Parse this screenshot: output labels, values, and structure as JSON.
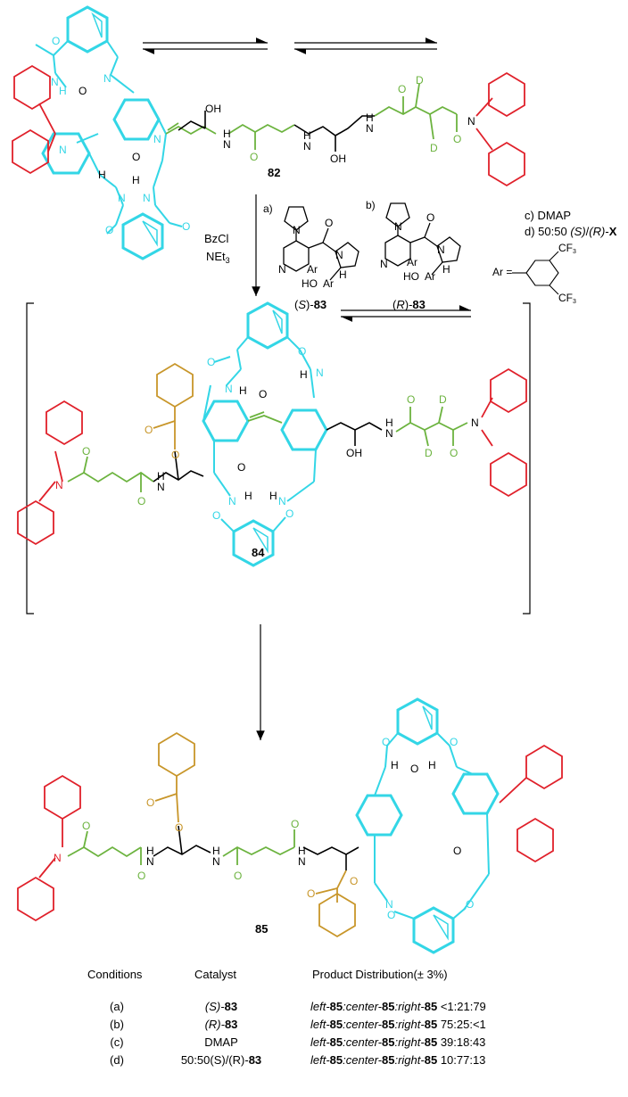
{
  "compounds": {
    "c82": "82",
    "c84": "84",
    "c85": "85"
  },
  "reagents": {
    "bzcl": "BzCl",
    "net3_main": "NEt",
    "net3_sub": "3"
  },
  "catalysts": {
    "a_tag": "a)",
    "b_tag": "b)",
    "s83_prefix": "(",
    "s83_S": "S",
    "s83_suffix": ")-",
    "s83_num": "83",
    "r83_prefix": "(",
    "r83_R": "R",
    "r83_suffix": ")-",
    "r83_num": "83",
    "c_text": "c) DMAP",
    "d_text_a": "d) 50:50 ",
    "d_text_b": "(S)",
    "d_text_c": "/",
    "d_text_d": "(R)",
    "d_text_e": "-",
    "d_text_f": "X",
    "ar_def": "Ar =",
    "cf3_top": "CF",
    "cf3_bot": "CF",
    "cf3_sub": "3"
  },
  "atoms": {
    "N": "N",
    "O": "O",
    "H": "H",
    "D": "D",
    "OH": "OH",
    "HO": "HO",
    "Ar": "Ar"
  },
  "table": {
    "headers": [
      "Conditions",
      "Catalyst",
      "Product Distribution(± 3%)"
    ],
    "rows": [
      {
        "cond": "(a)",
        "cat_pre": "(S)-",
        "cat_num": "83",
        "dist": "<1:21:79"
      },
      {
        "cond": "(b)",
        "cat_pre": "(R)-",
        "cat_num": "83",
        "dist": "75:25:<1"
      },
      {
        "cond": "(c)",
        "cat_pre": "DMAP",
        "cat_num": "",
        "dist": "39:18:43"
      },
      {
        "cond": "(d)",
        "cat_pre": "50:50(S)/(R)-",
        "cat_num": "83",
        "dist": "10:77:13"
      }
    ],
    "dist_parts": {
      "left": "left-",
      "center": "center-",
      "right": "right-",
      "num": "85",
      "colon": ":"
    }
  },
  "colors": {
    "cyan": "#33d6e6",
    "red": "#e0202a",
    "green": "#6cb33f",
    "gold": "#c8962a",
    "black": "#000000"
  }
}
